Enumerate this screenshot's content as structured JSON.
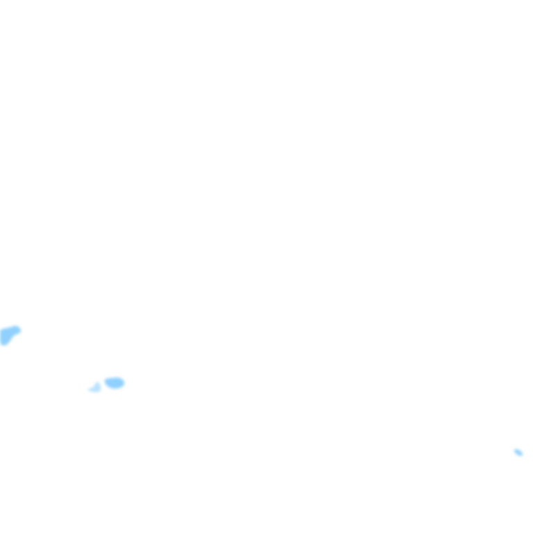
{
  "map": {
    "background_color": "#ffffff",
    "feature_color": "#8fd0ff",
    "feature_edge_color": "#b9e2ff",
    "features": [
      {
        "name": "blob-west"
      },
      {
        "name": "blob-center-left-a"
      },
      {
        "name": "blob-center-left-b"
      },
      {
        "name": "blob-southeast"
      }
    ]
  }
}
